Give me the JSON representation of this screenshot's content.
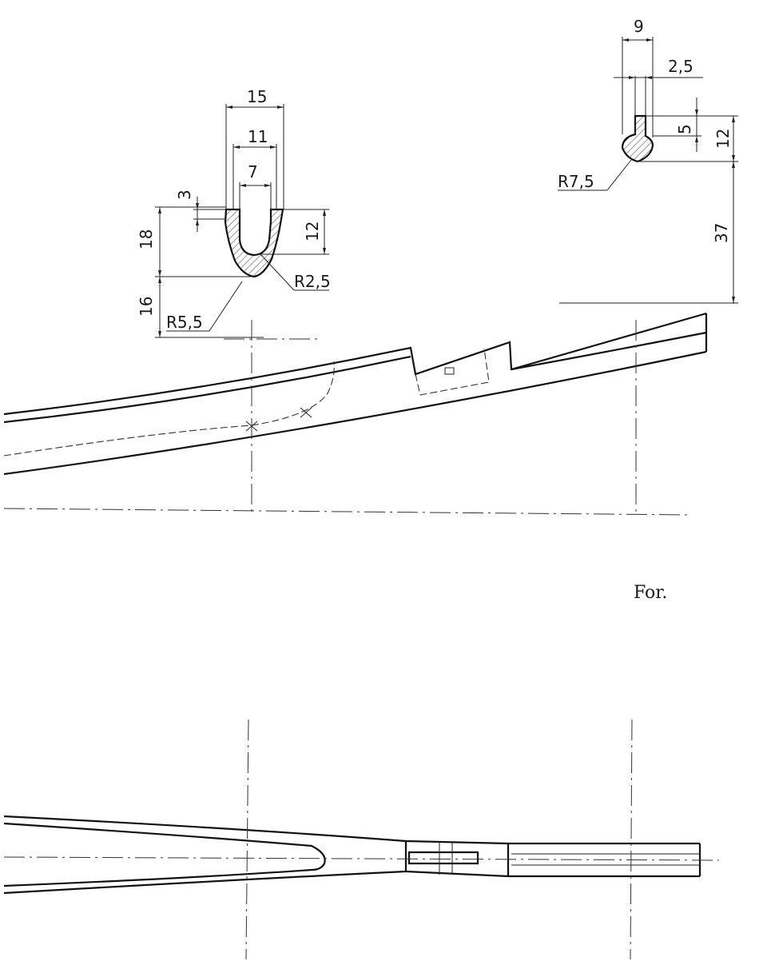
{
  "drawing": {
    "label_for": "For.",
    "section_a": {
      "dim_width_outer": "15",
      "dim_width_mid": "11",
      "dim_width_inner": "7",
      "dim_flange": "3",
      "dim_height_total": "18",
      "dim_depth": "12",
      "dim_lower": "16",
      "radius_inner": "R2,5",
      "radius_outer": "R5,5"
    },
    "section_b": {
      "dim_width": "9",
      "dim_wall": "2,5",
      "dim_step": "5",
      "dim_height": "12",
      "dim_offset": "37",
      "radius": "R7,5"
    }
  }
}
